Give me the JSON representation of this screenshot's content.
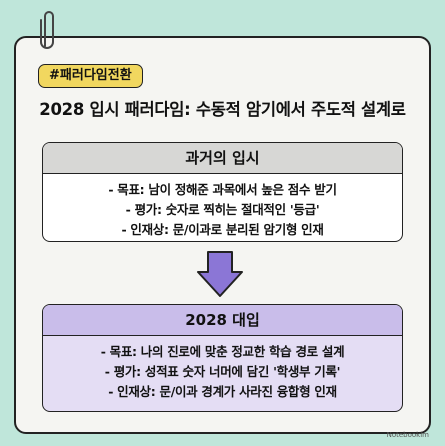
{
  "tag": "#패러다임전환",
  "headline": "2028 입시 패러다임: 수동적 암기에서 주도적 설계로",
  "past": {
    "title": "과거의 입시",
    "lines": [
      "- 목표: 남이 정해준 과목에서 높은 점수 받기",
      "- 평가: 숫자로 찍히는 절대적인 '등급'",
      "- 인재상: 문/이과로 분리된 암기형 인재"
    ]
  },
  "future": {
    "title": "2028 대입",
    "lines": [
      "- 목표: 나의 진로에 맞춘 정교한 학습 경로 설계",
      "- 평가: 성적표 숫자 너머에 담긴 '학생부 기록'",
      "- 인재상: 문/이과 경계가 사라진 융합형 인재"
    ]
  },
  "watermark": "Notebooklm",
  "colors": {
    "background": "#bfe6da",
    "tag": "#f1d75f",
    "arrow": "#8b76d6",
    "future_box": "#e4ddf4",
    "past_header": "#d7d7d5"
  }
}
